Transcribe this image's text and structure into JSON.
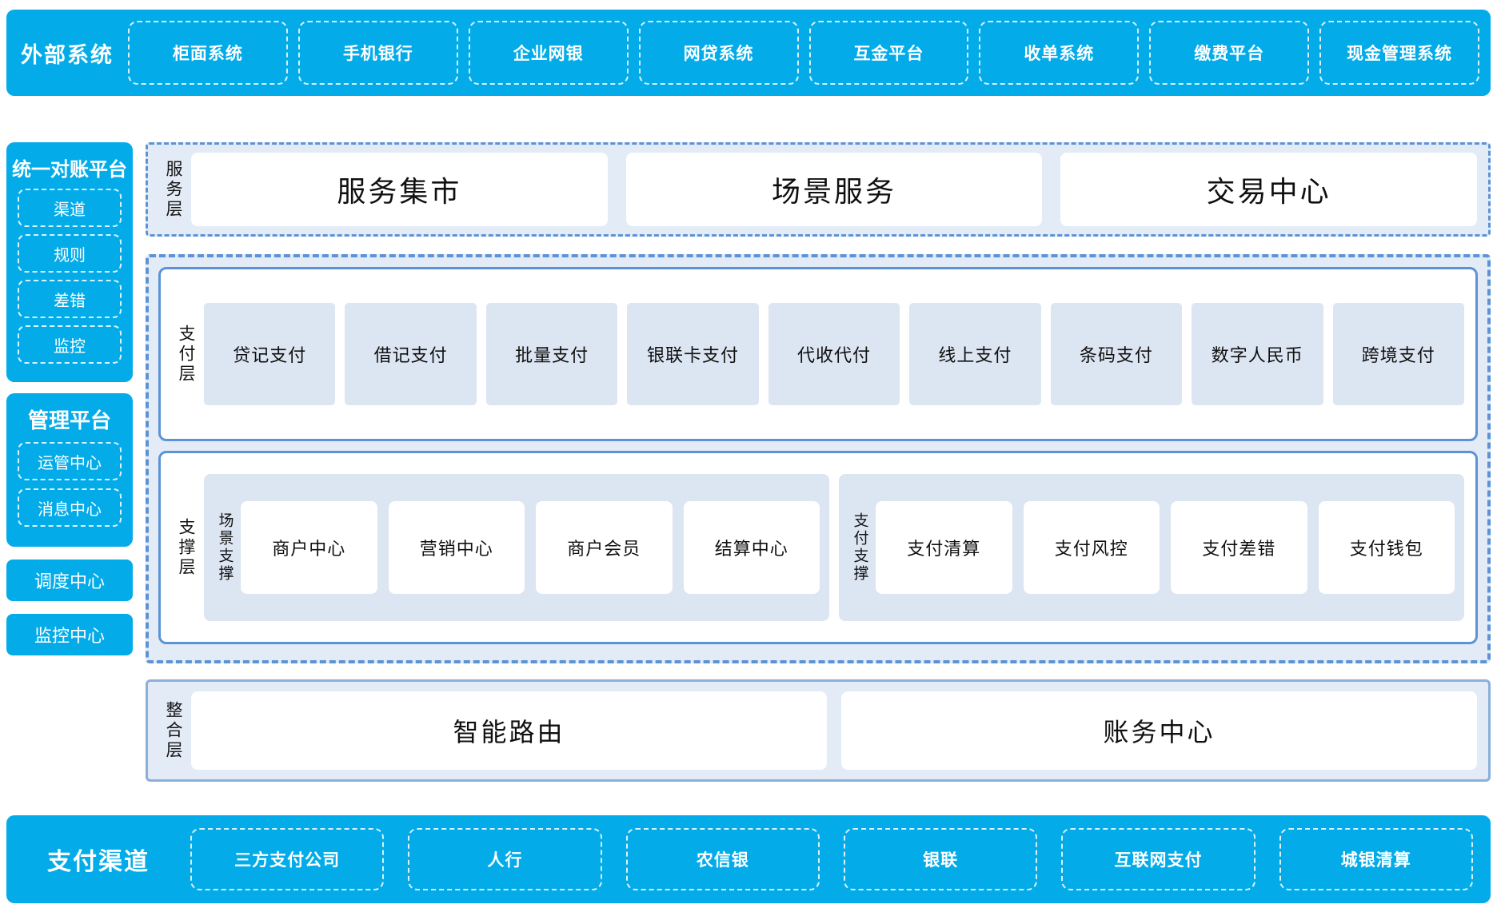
{
  "colors": {
    "brand_cyan": "#03ace9",
    "panel_fill": "#e3ebf6",
    "dashed_border": "#5b93d6",
    "card_fill": "#dce5f2",
    "white": "#ffffff"
  },
  "external": {
    "title": "外部系统",
    "items": [
      "柜面系统",
      "手机银行",
      "企业网银",
      "网贷系统",
      "互金平台",
      "收单系统",
      "缴费平台",
      "现金管理系统"
    ]
  },
  "sidebar": {
    "reconciliation": {
      "title": "统一对账平台",
      "items": [
        "渠道",
        "规则",
        "差错",
        "监控"
      ]
    },
    "management": {
      "title": "管理平台",
      "items": [
        "运管中心",
        "消息中心"
      ]
    },
    "standalone": [
      "调度中心",
      "监控中心"
    ]
  },
  "service_layer": {
    "label": "服务层",
    "cards": [
      "服务集市",
      "场景服务",
      "交易中心"
    ]
  },
  "payment_layer": {
    "label": "支付层",
    "cards": [
      "贷记支付",
      "借记支付",
      "批量支付",
      "银联卡支付",
      "代收代付",
      "线上支付",
      "条码支付",
      "数字人民币",
      "跨境支付"
    ]
  },
  "support_layer": {
    "label": "支撑层",
    "groups": [
      {
        "label": "场景支撑",
        "cards": [
          "商户中心",
          "营销中心",
          "商户会员",
          "结算中心"
        ]
      },
      {
        "label": "支付支撑",
        "cards": [
          "支付清算",
          "支付风控",
          "支付差错",
          "支付钱包"
        ]
      }
    ]
  },
  "integration_layer": {
    "label": "整合层",
    "cards": [
      "智能路由",
      "账务中心"
    ]
  },
  "channel": {
    "title": "支付渠道",
    "items": [
      "三方支付公司",
      "人行",
      "农信银",
      "银联",
      "互联网支付",
      "城银清算"
    ]
  }
}
